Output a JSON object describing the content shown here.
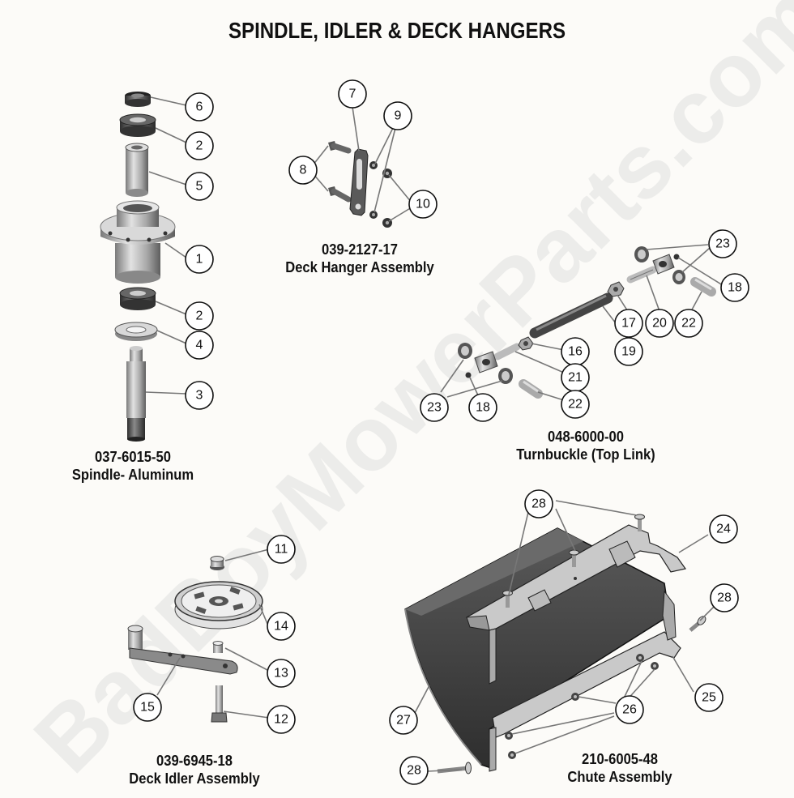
{
  "page_title": "SPINDLE, IDLER & DECK HANGERS",
  "watermark": "BadBoyMowerParts.com",
  "assemblies": {
    "spindle": {
      "part_number": "037-6015-50",
      "name": "Spindle- Aluminum"
    },
    "deck_hanger": {
      "part_number": "039-2127-17",
      "name": "Deck Hanger Assembly"
    },
    "turnbuckle": {
      "part_number": "048-6000-00",
      "name": "Turnbuckle (Top Link)"
    },
    "deck_idler": {
      "part_number": "039-6945-18",
      "name": "Deck Idler Assembly"
    },
    "chute": {
      "part_number": "210-6005-48",
      "name": "Chute Assembly"
    }
  },
  "callouts": {
    "c1": "1",
    "c2a": "2",
    "c2b": "2",
    "c3": "3",
    "c4": "4",
    "c5": "5",
    "c6": "6",
    "c7": "7",
    "c8": "8",
    "c9": "9",
    "c10": "10",
    "c11": "11",
    "c12": "12",
    "c13": "13",
    "c14": "14",
    "c15": "15",
    "c16": "16",
    "c17": "17",
    "c18a": "18",
    "c18b": "18",
    "c19": "19",
    "c20": "20",
    "c21": "21",
    "c22a": "22",
    "c22b": "22",
    "c23a": "23",
    "c23b": "23",
    "c24": "24",
    "c25": "25",
    "c26": "26",
    "c27": "27",
    "c28a": "28",
    "c28b": "28",
    "c28c": "28"
  },
  "colors": {
    "part_dark": "#4a4a4a",
    "part_mid": "#9a9a9a",
    "part_light": "#d4d4d4",
    "ink": "#111111"
  }
}
